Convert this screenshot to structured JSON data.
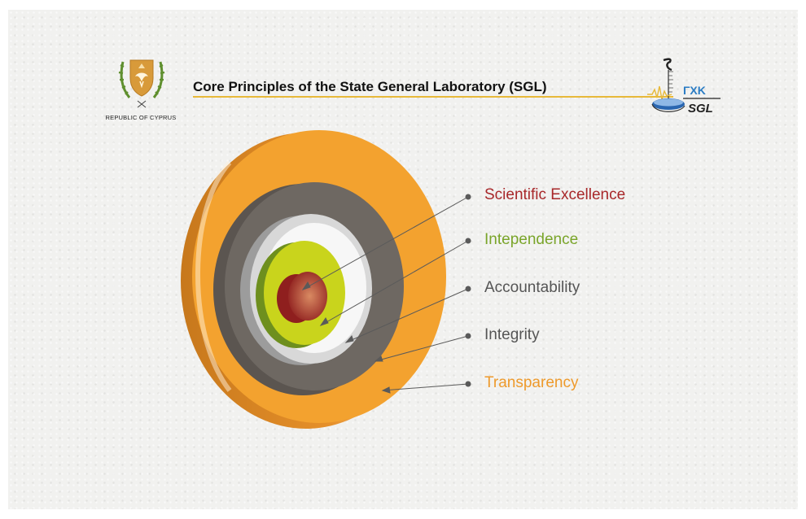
{
  "header": {
    "title": "Core Principles of the State General Laboratory (SGL)",
    "emblem_caption": "REPUBLIC OF CYPRUS",
    "logo_text_top": "ΓΧΚ",
    "logo_text_bottom": "SGL"
  },
  "principles": [
    {
      "label": "Scientific Excellence",
      "color": "#a8282a"
    },
    {
      "label": "Intependence",
      "color": "#7aa52a"
    },
    {
      "label": "Accountability",
      "color": "#555555"
    },
    {
      "label": "Integrity",
      "color": "#555555"
    },
    {
      "label": "Transparency",
      "color": "#ee9a2c"
    }
  ],
  "colors": {
    "orange": "#f3a22f",
    "dark_gray": "#6e6862",
    "light_gray": "#bdbdbd",
    "lime": "#c9d41c",
    "red": "#a8262a",
    "accent_line": "#e7b93a"
  }
}
